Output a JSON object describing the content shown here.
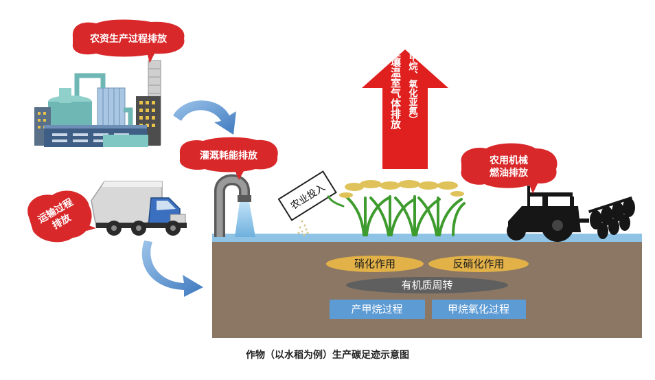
{
  "labels": {
    "factory_emission": "农资生产过程排放",
    "irrigation_emission": "灌溉耗能排放",
    "transport_emission_line1": "运输过程",
    "transport_emission_line2": "排放",
    "machinery_emission_line1": "农用机械",
    "machinery_emission_line2": "燃油排放",
    "soil_gas_line1": "土壤温室气体排放",
    "soil_gas_line2": "（甲烷、氧化亚氮）",
    "agri_input": "农业投入",
    "nitrification": "硝化作用",
    "denitrification": "反硝化作用",
    "organic_cycle": "有机质周转",
    "methanogenesis": "产甲烷过程",
    "methane_oxidation": "甲烷氧化过程"
  },
  "caption": "作物（以水稻为例）生产碳足迹示意图",
  "colors": {
    "bubble_red": "#d9282a",
    "arrow_red": "#e0201e",
    "soil": "#8b7763",
    "water": "#8fc3e6",
    "pill_yellow": "#e2b148",
    "pill_gray": "#5f5f5f",
    "pill_blue": "#5d9bd4",
    "flow_arrow_blue": "#4f86c8"
  }
}
